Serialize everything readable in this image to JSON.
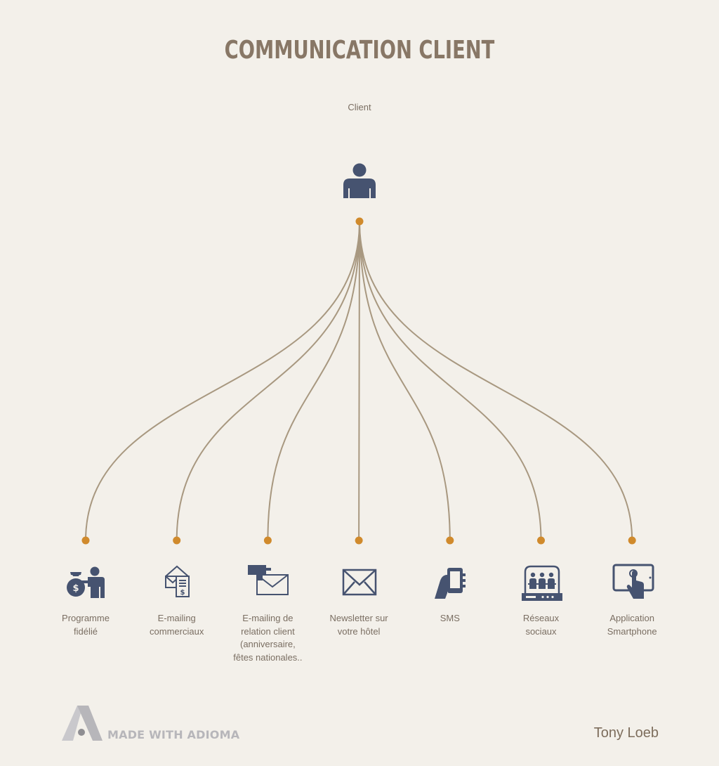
{
  "title": "COMMUNICATION CLIENT",
  "root": {
    "label": "Client",
    "icon": "person-icon"
  },
  "children": [
    {
      "label": "Programme fidélié",
      "lines": [
        "Programme",
        "fidélié"
      ],
      "icon": "money-bag-person-icon"
    },
    {
      "label": "E-mailing commerciaux",
      "lines": [
        "E-mailing",
        "commerciaux"
      ],
      "icon": "envelope-invoice-icon"
    },
    {
      "label": "E-mailing de relation client (anniversaire, fêtes nationales..",
      "lines": [
        "E-mailing de",
        "relation client",
        "(anniversaire,",
        "fêtes nationales.."
      ],
      "icon": "hand-envelope-icon"
    },
    {
      "label": "Newsletter sur votre hôtel",
      "lines": [
        "Newsletter sur",
        "votre hôtel"
      ],
      "icon": "envelope-icon"
    },
    {
      "label": "SMS",
      "lines": [
        "SMS"
      ],
      "icon": "hand-phone-icon"
    },
    {
      "label": "Réseaux sociaux",
      "lines": [
        "Réseaux",
        "sociaux"
      ],
      "icon": "social-network-monitor-icon"
    },
    {
      "label": "Application Smartphone",
      "lines": [
        "Application",
        "Smartphone"
      ],
      "icon": "tablet-touch-icon"
    }
  ],
  "colors": {
    "background": "#f3f0ea",
    "title": "#887766",
    "connector": "#a89880",
    "dot": "#d08a2c",
    "icon": "#465370",
    "label": "#7a6e62"
  },
  "footer": {
    "brand": "MADE WITH ADIOMA",
    "author": "Tony Loeb"
  }
}
